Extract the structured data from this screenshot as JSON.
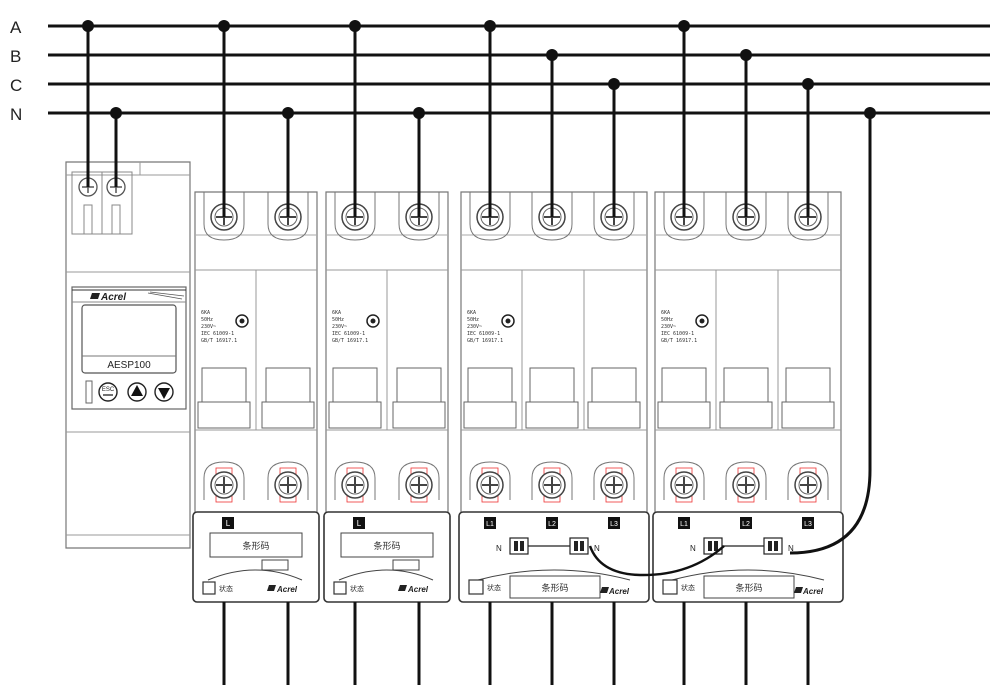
{
  "bus_labels": [
    "A",
    "B",
    "C",
    "N"
  ],
  "meter": {
    "brand": "Acrel",
    "model": "AESP100",
    "esc_label": "ESC"
  },
  "breaker_spec": [
    "6KA",
    "50Hz",
    "230V~",
    "IEC 61009-1",
    "GB/T 16917.1"
  ],
  "barcode_text": "条形码",
  "status_text": "状态",
  "brand_text": "Acrel",
  "single_phase_tag": "L",
  "three_phase_tags": [
    "L1",
    "L2",
    "L3"
  ],
  "neutral_tag": "N"
}
